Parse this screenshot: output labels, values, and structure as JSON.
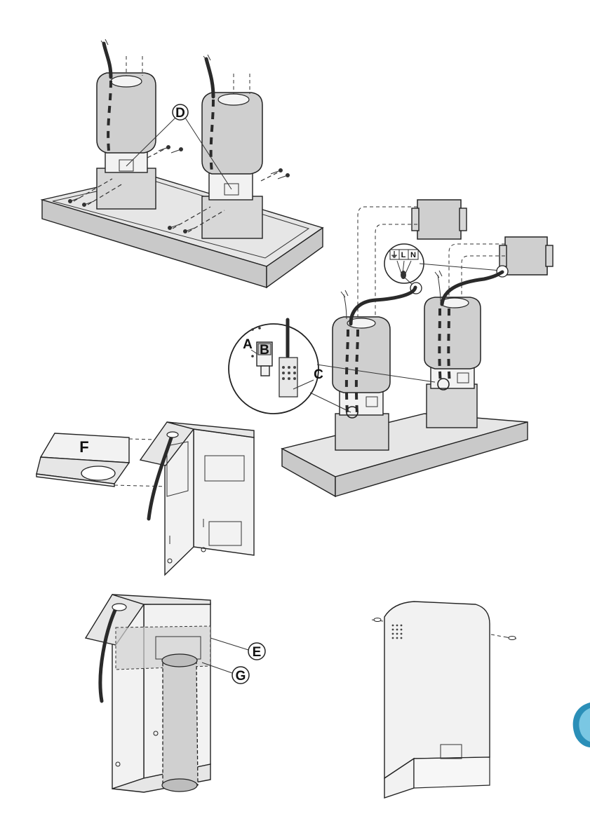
{
  "labels": {
    "D": "D",
    "A": "A",
    "B": "B",
    "C": "C",
    "F": "F",
    "E": "E",
    "G": "G"
  },
  "terminal_block": {
    "earth": "⏚",
    "live": "L",
    "neutral": "N"
  },
  "colors": {
    "line": "#222222",
    "fill_light": "#e6e6e6",
    "fill_mid": "#cfcfcf",
    "tab_accent": "#2b8fb8"
  }
}
